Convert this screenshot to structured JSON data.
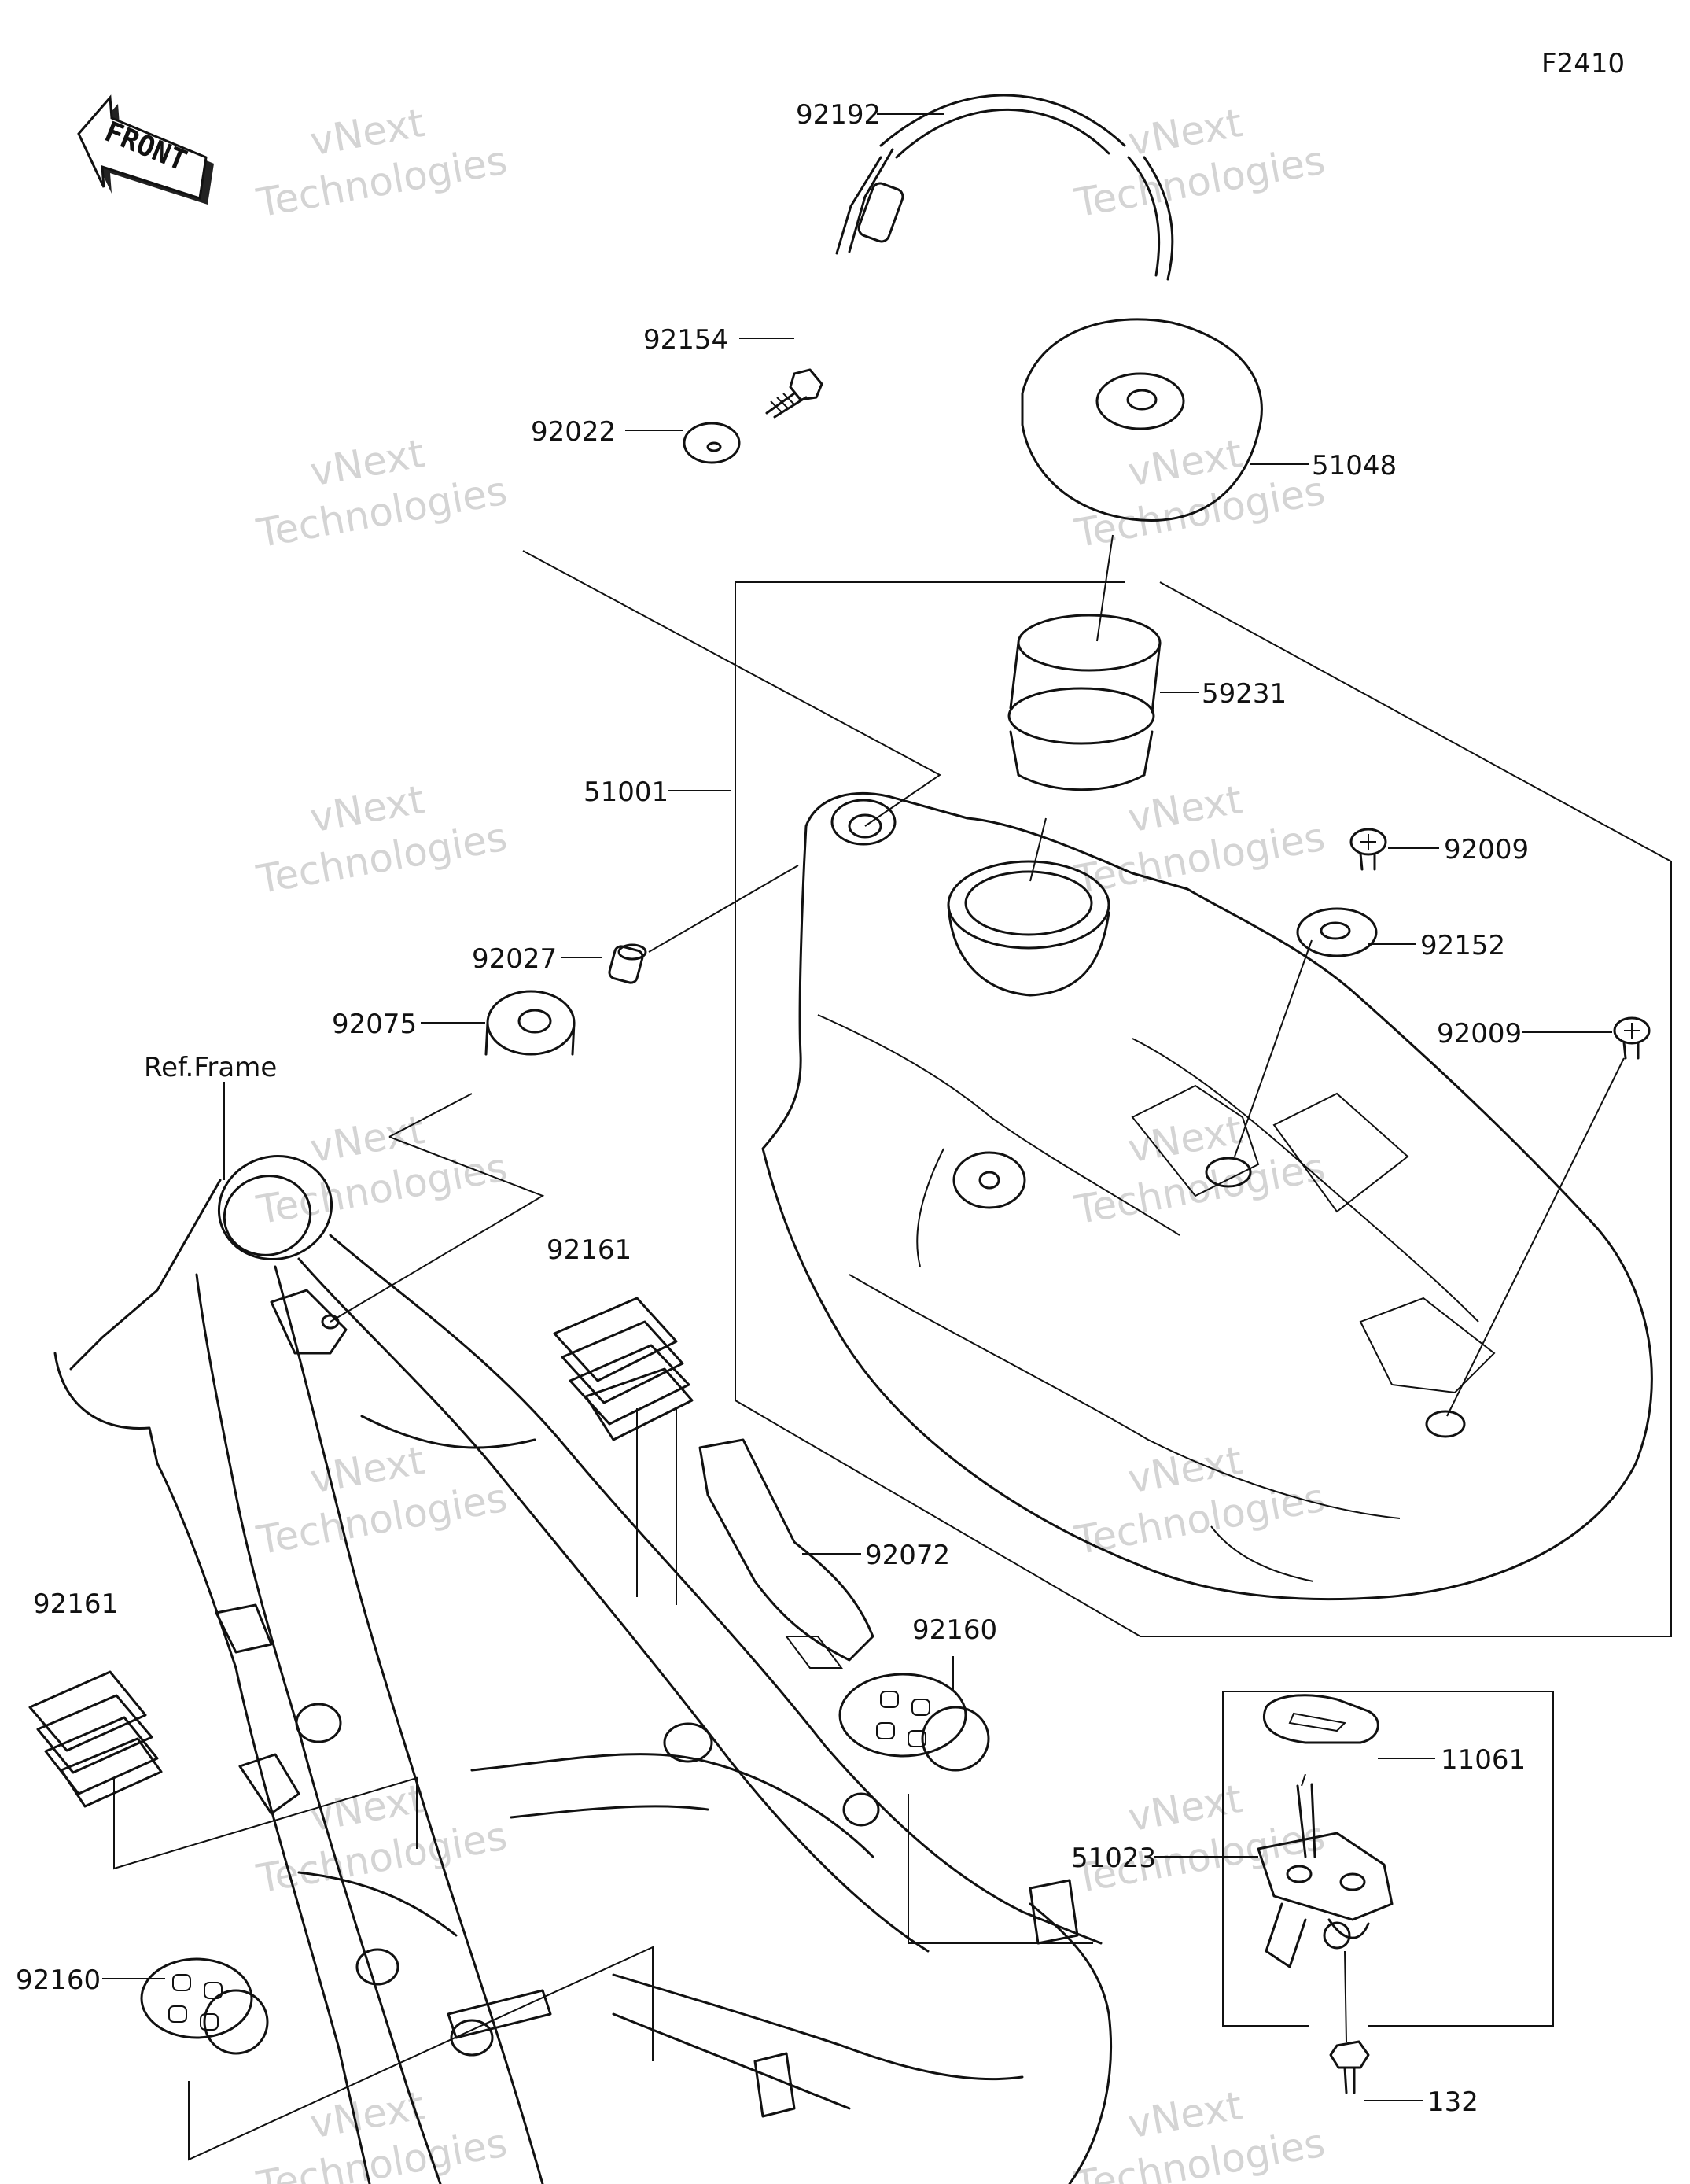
{
  "figure_code": "F2410",
  "front_label": "FRONT",
  "ref_frame_label": "Ref.Frame",
  "watermark": {
    "line1": "vNext",
    "line2": "Technologies"
  },
  "parts": {
    "p92192": "92192",
    "p92154": "92154",
    "p92022": "92022",
    "p51048": "51048",
    "p59231": "59231",
    "p51001": "51001",
    "p92009a": "92009",
    "p92027": "92027",
    "p92152": "92152",
    "p92075": "92075",
    "p92009b": "92009",
    "p92161a": "92161",
    "p92072": "92072",
    "p92161b": "92161",
    "p92160a": "92160",
    "p11061": "11061",
    "p51023": "51023",
    "p92160b": "92160",
    "p132": "132"
  }
}
